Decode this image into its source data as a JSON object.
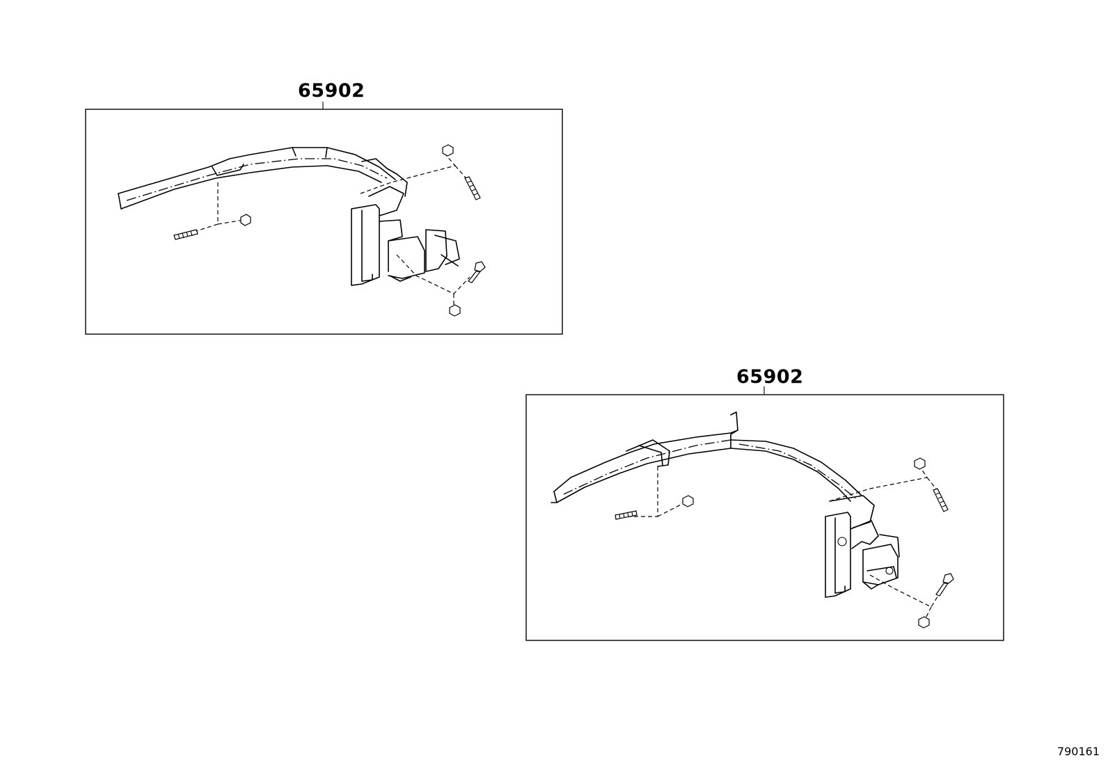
{
  "panels": [
    {
      "callout": "65902"
    },
    {
      "callout": "65902"
    }
  ],
  "figure_id": "790161"
}
